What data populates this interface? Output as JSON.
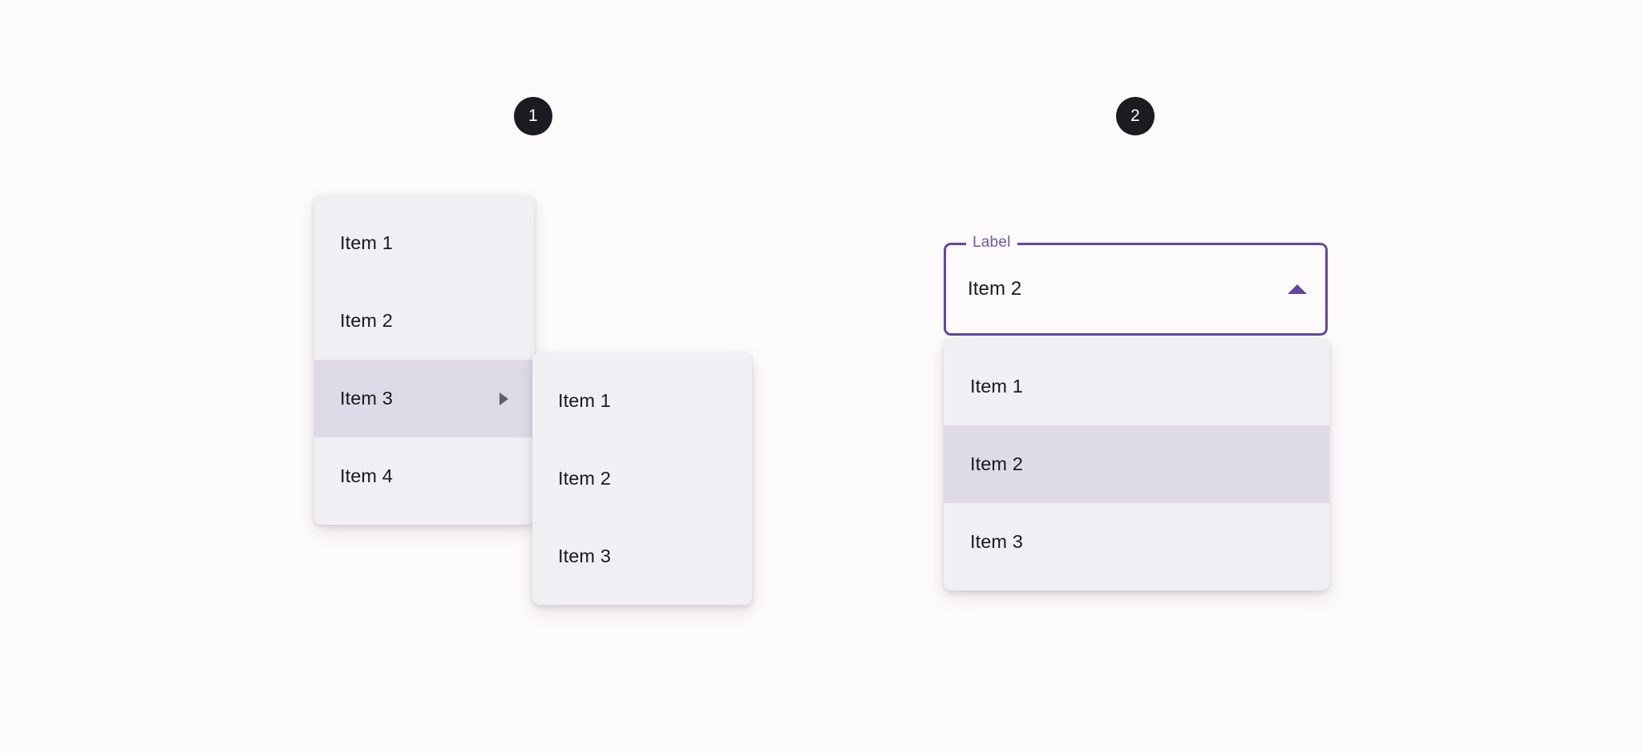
{
  "page": {
    "background_color": "#fdfafb",
    "surface_color": "#f0eff4",
    "selected_color": "#dedae7",
    "accent_color": "#63479f",
    "text_color": "#19181d",
    "badge_color": "#1d1b22"
  },
  "annotations": [
    {
      "number": "1",
      "name": "context-menu-callout"
    },
    {
      "number": "2",
      "name": "select-callout"
    }
  ],
  "root_menu": {
    "name": "nested-context-menu",
    "items": [
      {
        "label": "Item 1",
        "selected": false,
        "has_submenu": false
      },
      {
        "label": "Item 2",
        "selected": false,
        "has_submenu": false
      },
      {
        "label": "Item 3",
        "selected": true,
        "has_submenu": true
      },
      {
        "label": "Item 4",
        "selected": false,
        "has_submenu": false
      }
    ]
  },
  "sub_menu": {
    "name": "flyout-submenu",
    "parent_item": "Item 3",
    "items": [
      {
        "label": "Item 1",
        "selected": false
      },
      {
        "label": "Item 2",
        "selected": false
      },
      {
        "label": "Item 3",
        "selected": false
      }
    ]
  },
  "select": {
    "name": "outlined-select",
    "label": "Label",
    "value": "Item 2",
    "expanded": true,
    "caret_icon": "caret-up-icon",
    "options": [
      {
        "label": "Item 1",
        "selected": false
      },
      {
        "label": "Item 2",
        "selected": true
      },
      {
        "label": "Item 3",
        "selected": false
      }
    ]
  }
}
